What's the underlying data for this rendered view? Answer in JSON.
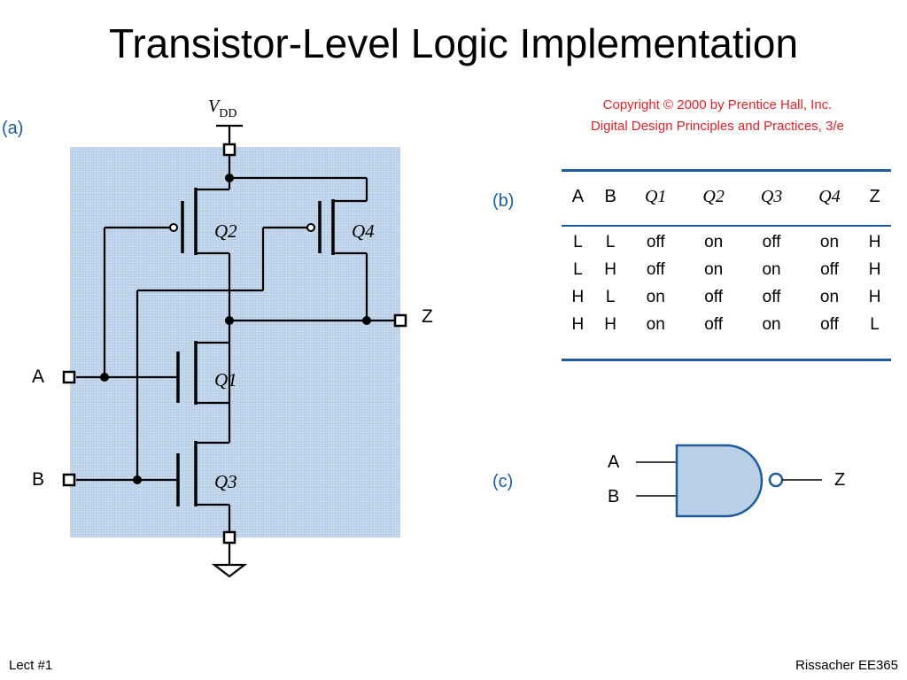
{
  "title": "Transistor-Level Logic Implementation",
  "copyright": {
    "line1": "Copyright © 2000 by Prentice Hall, Inc.",
    "line2": "Digital Design Principles and Practices, 3/e"
  },
  "panel_labels": {
    "a": "(a)",
    "b": "(b)",
    "c": "(c)"
  },
  "schematic": {
    "vdd_main": "V",
    "vdd_sub": "DD",
    "transistors": [
      "Q2",
      "Q4",
      "Q1",
      "Q3"
    ],
    "inputs": [
      "A",
      "B"
    ],
    "output": "Z"
  },
  "truth_table": {
    "headers": [
      "A",
      "B",
      "Q1",
      "Q2",
      "Q3",
      "Q4",
      "Z"
    ],
    "rows": [
      [
        "L",
        "L",
        "off",
        "on",
        "off",
        "on",
        "H"
      ],
      [
        "L",
        "H",
        "off",
        "on",
        "on",
        "off",
        "H"
      ],
      [
        "H",
        "L",
        "on",
        "off",
        "off",
        "on",
        "H"
      ],
      [
        "H",
        "H",
        "on",
        "off",
        "on",
        "off",
        "L"
      ]
    ]
  },
  "gate": {
    "inputs": [
      "A",
      "B"
    ],
    "output": "Z"
  },
  "footer": {
    "left": "Lect #1",
    "right": "Rissacher EE365"
  },
  "colors": {
    "accent": "#1e5b9c",
    "copyright": "#e0202a",
    "schematic_bg": "#b9d0e6",
    "gate_fill": "#b9d0e6"
  }
}
